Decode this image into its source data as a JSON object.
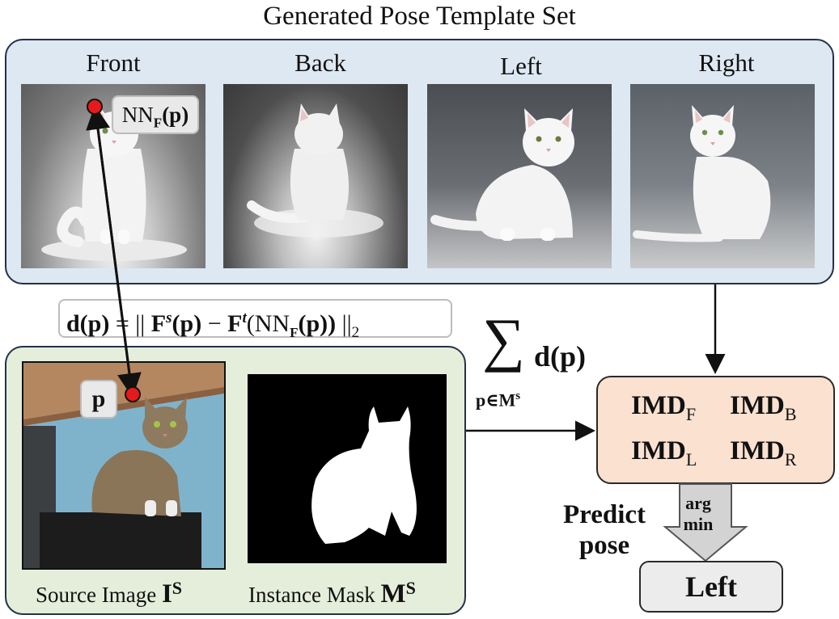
{
  "title": "Generated Pose Template Set",
  "poses": [
    {
      "key": "front",
      "label": "Front"
    },
    {
      "key": "back",
      "label": "Back"
    },
    {
      "key": "left",
      "label": "Left"
    },
    {
      "key": "right",
      "label": "Right"
    }
  ],
  "nn_label": {
    "base": "NN",
    "sub": "F",
    "arg": "(p)"
  },
  "p_label": "p",
  "distance_formula": {
    "lhs": "d(p)",
    "eq": "=",
    "open": "||",
    "Fs": "F",
    "Fs_sup": "s",
    "Fs_arg": "(p)",
    "minus": "−",
    "Ft": "F",
    "Ft_sup": "t",
    "nn_open": "(NN",
    "nn_sub": "F",
    "nn_arg": "(p))",
    "close": "||",
    "norm_sub": "2"
  },
  "sum": {
    "symbol": "∑",
    "term": "d(p)",
    "under": "p∈M",
    "under_sup": "s"
  },
  "imd": [
    {
      "base": "IMD",
      "sub": "F"
    },
    {
      "base": "IMD",
      "sub": "B"
    },
    {
      "base": "IMD",
      "sub": "L"
    },
    {
      "base": "IMD",
      "sub": "R"
    }
  ],
  "arrow_text": {
    "line1": "arg",
    "line2": "min"
  },
  "predict": {
    "line1": "Predict",
    "line2": "pose"
  },
  "result": "Left",
  "captions": {
    "source": {
      "text": "Source Image ",
      "sym": "I",
      "sup": "S"
    },
    "mask": {
      "text": "Instance Mask ",
      "sym": "M",
      "sup": "S"
    }
  },
  "colors": {
    "top_panel": "#dde8f3",
    "bottom_panel": "#e5eedb",
    "imd_box": "#fae1d0",
    "point": "#e41a1c",
    "border": "#23314a"
  }
}
